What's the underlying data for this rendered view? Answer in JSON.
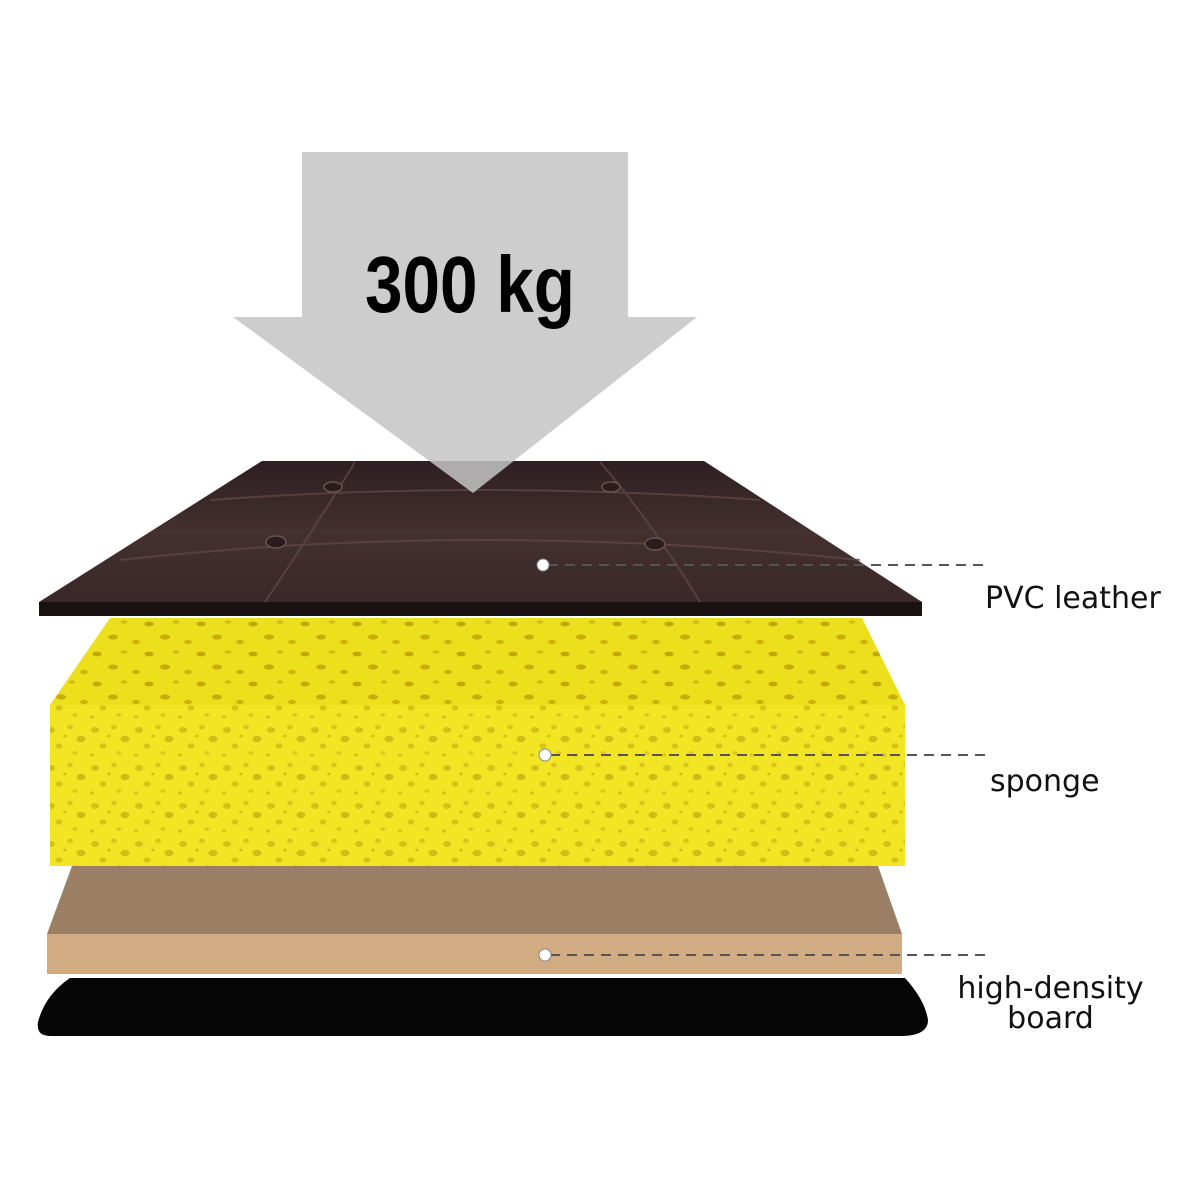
{
  "weight_arrow": {
    "label": "300 kg",
    "fill_color": "#c4c4c4"
  },
  "layers": {
    "pvc_leather": {
      "label": "PVC leather",
      "color": "#3e2a2c"
    },
    "sponge": {
      "label": "sponge",
      "color": "#f2e61e"
    },
    "high_density_board": {
      "label": "high-density board",
      "top_color": "#9a7f64",
      "edge_color": "#d1ab82"
    },
    "base": {
      "color": "#050505"
    }
  },
  "callout_marker_color": "#ffffff",
  "callout_line_color": "#555555"
}
